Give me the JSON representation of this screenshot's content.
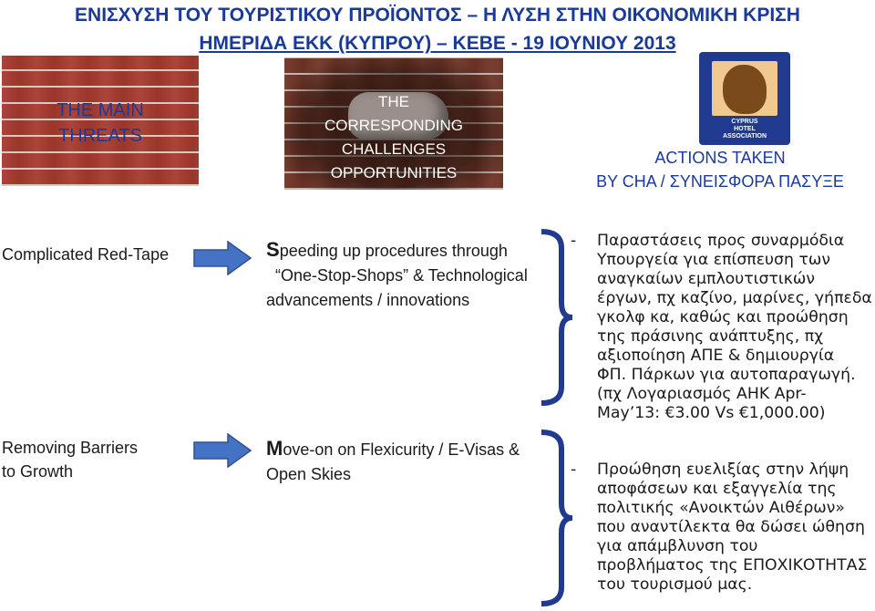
{
  "title": {
    "line1": "ΕΝΙΣΧΥΣΗ ΤΟΥ ΤΟΥΡΙΣΤΙΚΟΥ ΠΡΟΪΟΝΤΟΣ – Η ΛΥΣΗ ΣΤΗΝ ΟΙΚΟΝΟΜΙΚΗ ΚΡΙΣΗ",
    "line2": "ΗΜΕΡΙΔΑ ΕΚΚ (ΚΥΠΡΟΥ) – ΚΕΒΕ - 19 ΙΟΥΝΙΟΥ 2013"
  },
  "header_images": {
    "threats_label": [
      "THE MAIN",
      "THREATS"
    ],
    "challenges_label": [
      "THE",
      "CORRESPONDING",
      "CHALLENGES",
      "OPPORTUNITIES"
    ],
    "logo_text": [
      "CYPRUS",
      "HOTEL",
      "ASSOCIATION"
    ],
    "actions_label": [
      "ACTIONS TAKEN",
      "BY CHA / ΣΥΝΕΙΣΦΟΡΑ ΠΑΣΥΞΕ"
    ]
  },
  "rows": [
    {
      "threat": [
        "Complicated Red-Tape"
      ],
      "challenge_initial": "S",
      "challenge_lines": [
        "peeding up procedures through",
        "“One-Stop-Shops” & Technological",
        "advancements / innovations"
      ],
      "action_dash": "-",
      "action_lines": [
        "Παραστάσεις προς συναρμόδια",
        "Υπουργεία για επίσπευση των",
        "αναγκαίων εμπλουτιστικών",
        "έργων, πχ καζίνο, μαρίνες, γήπεδα",
        "γκολφ κα, καθώς και προώθηση",
        "της πράσινης ανάπτυξης, πχ",
        "αξιοποίηση ΑΠΕ & δημιουργία",
        "ΦΠ. Πάρκων για αυτοπαραγωγή.",
        "(πχ Λογαριασμός ΑΗΚ Apr-",
        "May’13:  €3.00 Vs €1,000.00)"
      ]
    },
    {
      "threat": [
        "Removing Barriers",
        "to Growth"
      ],
      "challenge_initial": "M",
      "challenge_lines": [
        "ove-on on Flexicurity  / E-Visas &",
        "Open Skies"
      ],
      "action_dash": "-",
      "action_lines": [
        "Προώθηση ευελιξίας στην λήψη",
        "αποφάσεων και  εξαγγελία της",
        "πολιτικής «Ανοικτών Αιθέρων»",
        "που αναντίλεκτα θα δώσει ώθηση",
        "για απάμβλυνση του",
        "προβλήματος της ΕΠΟΧΙΚΟΤΗΤΑΣ",
        "του τουρισμού μας."
      ]
    }
  ],
  "colors": {
    "title": "#1a3a9a",
    "arrow": "#4472c4",
    "brace": "#1f3a8f",
    "brick": "#a73a2e"
  }
}
